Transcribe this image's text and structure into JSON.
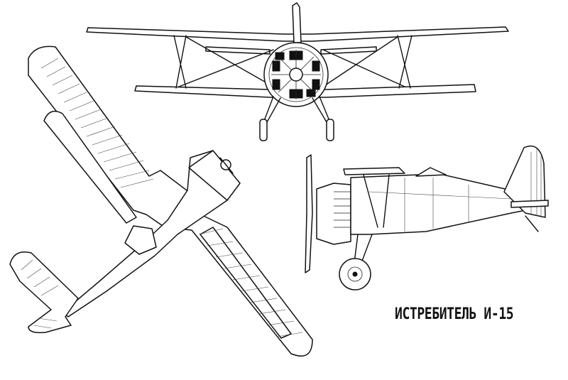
{
  "caption": {
    "title": "ИСТРЕБИТЕЛЬ И-15"
  },
  "colors": {
    "ink": "#111111",
    "paper": "#ffffff"
  },
  "views": [
    "front-view",
    "top-view",
    "side-view"
  ]
}
